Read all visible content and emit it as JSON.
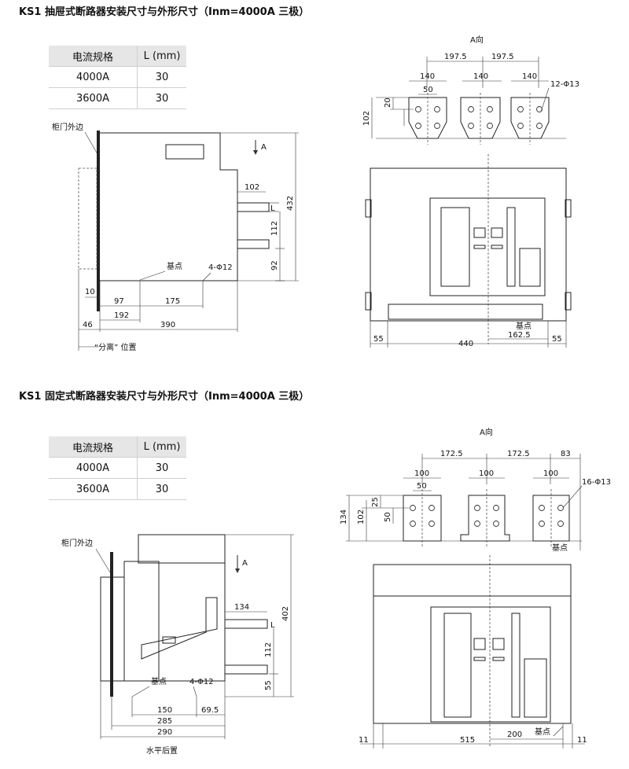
{
  "section1": {
    "title": "KS1 抽屉式断路器安装尺寸与外形尺寸（Inm=4000A 三极）",
    "table": {
      "headers": [
        "电流规格",
        "L (mm)"
      ],
      "rows": [
        [
          "4000A",
          "30"
        ],
        [
          "3600A",
          "30"
        ]
      ]
    },
    "side": {
      "door_label": "柜门外边",
      "arrow_label": "A",
      "base_label": "基点",
      "holes_label": "4-Φ12",
      "dims": {
        "d102": "102",
        "dL": "L",
        "d112": "112",
        "d92": "92",
        "d432": "432",
        "d10": "10",
        "d97": "97",
        "d175": "175",
        "d192": "192",
        "d390": "390",
        "d46": "46"
      },
      "position_label": "“分离” 位置"
    },
    "top": {
      "view_label": "A向",
      "dims": {
        "d197a": "197.5",
        "d197b": "197.5",
        "d140a": "140",
        "d140b": "140",
        "d140c": "140",
        "d50": "50",
        "d20": "20",
        "d102": "102"
      },
      "holes_label": "12-Φ13"
    },
    "front": {
      "base_label": "基点",
      "dims": {
        "d55a": "55",
        "d440": "440",
        "d162": "162.5",
        "d55b": "55"
      }
    }
  },
  "section2": {
    "title": "KS1 固定式断路器安装尺寸与外形尺寸（Inm=4000A 三极）",
    "table": {
      "headers": [
        "电流规格",
        "L (mm)"
      ],
      "rows": [
        [
          "4000A",
          "30"
        ],
        [
          "3600A",
          "30"
        ]
      ]
    },
    "side": {
      "door_label": "柜门外边",
      "arrow_label": "A",
      "base_label": "基点",
      "holes_label": "4-Φ12",
      "dims": {
        "d134": "134",
        "dL": "L",
        "d112": "112",
        "d55": "55",
        "d402": "402",
        "d150": "150",
        "d69": "69.5",
        "d285": "285",
        "d290": "290"
      },
      "position_label": "水平后置"
    },
    "top": {
      "view_label": "A向",
      "dims": {
        "d172a": "172.5",
        "d172b": "172.5",
        "d83": "83",
        "d100a": "100",
        "d100b": "100",
        "d100c": "100",
        "d50a": "50",
        "d25": "25",
        "d50b": "50",
        "d134": "134",
        "d102": "102"
      },
      "holes_label": "16-Φ13",
      "base_label": "基点"
    },
    "front": {
      "base_label": "基点",
      "dims": {
        "d11a": "11",
        "d515": "515",
        "d200": "200",
        "d11b": "11"
      }
    }
  }
}
